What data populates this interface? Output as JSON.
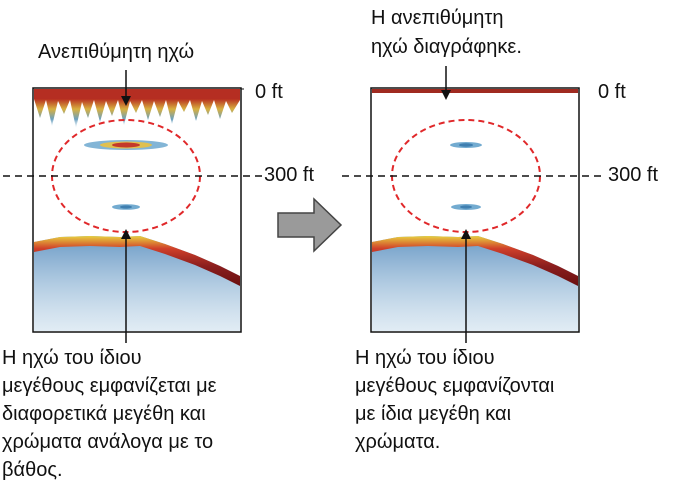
{
  "left_panel": {
    "top_label": "Ανεπιθύμητη ηχώ",
    "depth_top": "0 ft",
    "depth_mid": "300 ft",
    "bottom_caption": [
      "Η ηχώ του ίδιου",
      "μεγέθους εμφανίζεται με",
      "διαφορετικά μεγέθη και",
      "χρώματα ανάλογα με το",
      "βάθος."
    ]
  },
  "right_panel": {
    "top_label": [
      "Η ανεπιθύμητη",
      "ηχώ διαγράφηκε."
    ],
    "depth_top": "0 ft",
    "depth_mid": "300 ft",
    "bottom_caption": [
      "Η ηχώ του ίδιου",
      "μεγέθους εμφανίζονται",
      "με ίδια μεγέθη και",
      "χρώματα."
    ]
  },
  "colors": {
    "clutter": "#c43a2a",
    "bottom_echo": "#8b1e1e",
    "echo_blue": "#4a8fc0",
    "highlight_circle": "#e0282a",
    "arrow_fill": "#9a9a9a"
  }
}
